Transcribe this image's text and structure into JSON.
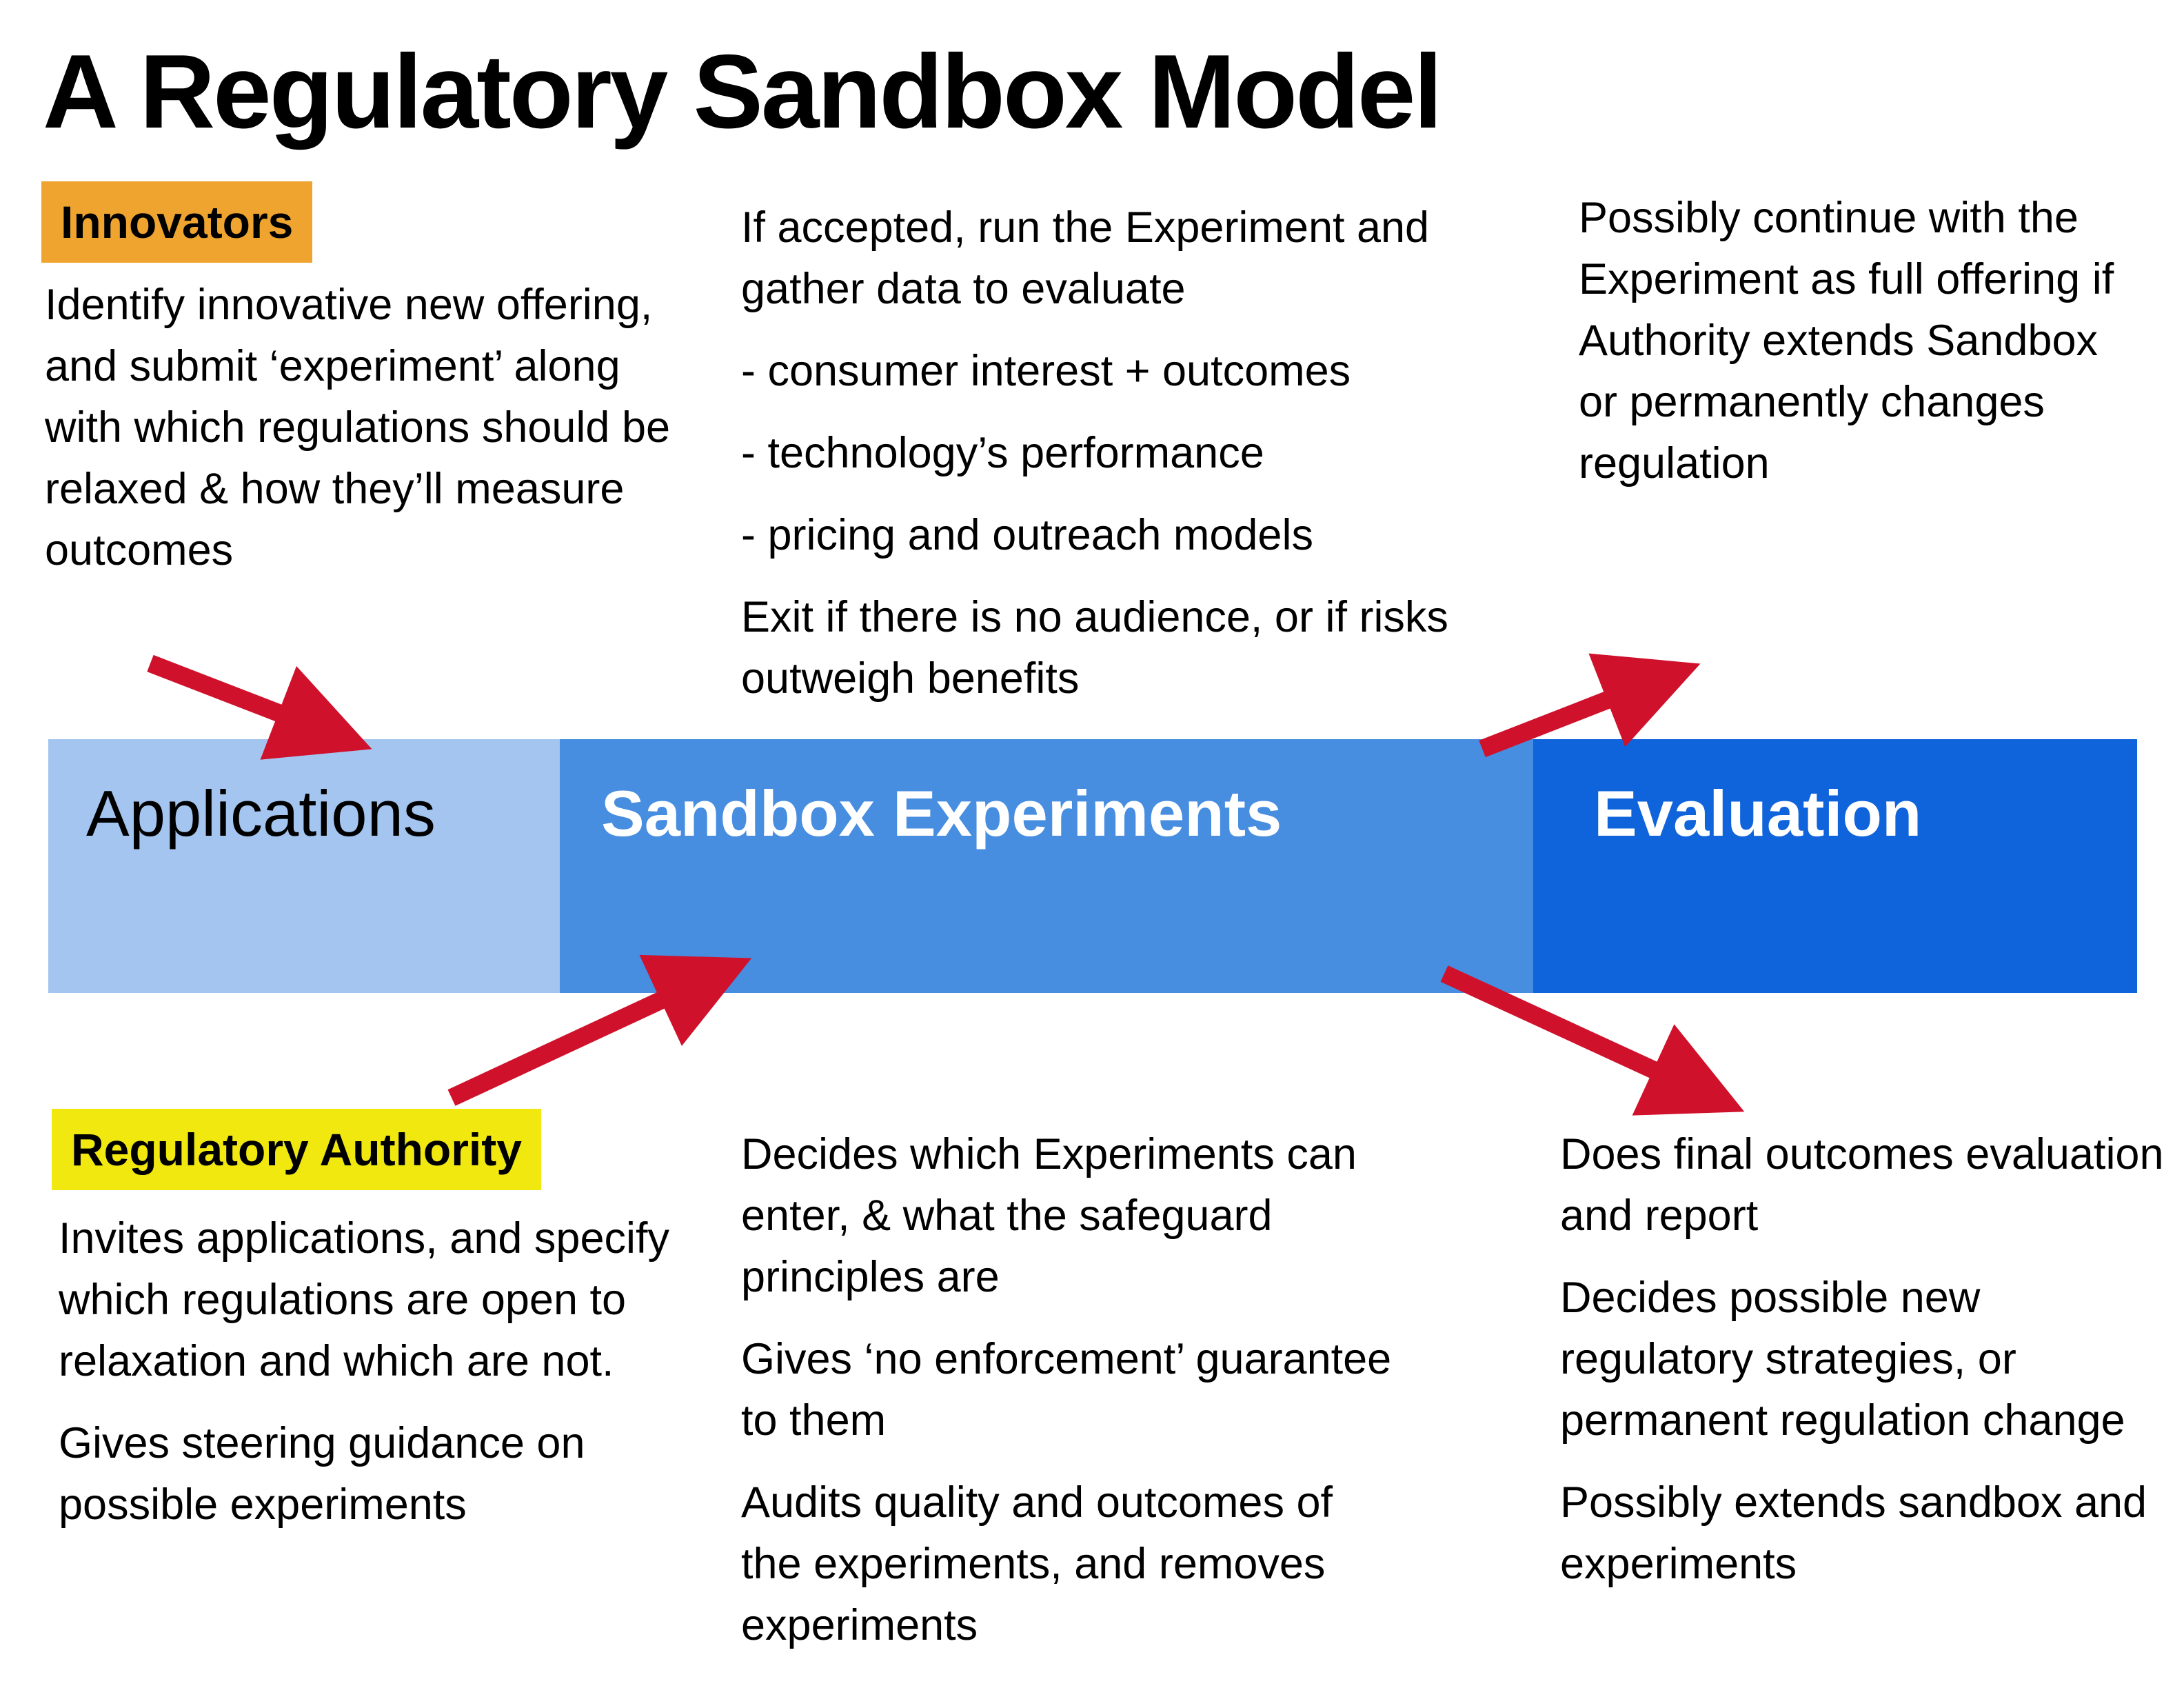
{
  "title": "A Regulatory Sandbox Model",
  "colors": {
    "orange_highlight": "#F0A430",
    "yellow_highlight": "#F0E80F",
    "bar_light_blue": "#A4C5EF",
    "bar_medium_blue": "#478DE0",
    "bar_dark_blue": "#0F63DB",
    "arrow_red": "#D0112B",
    "text_black": "#000000",
    "bar_label_white": "#FFFFFF"
  },
  "bar": {
    "stages": [
      {
        "label": "Applications"
      },
      {
        "label": "Sandbox Experiments"
      },
      {
        "label": "Evaluation"
      }
    ]
  },
  "innovators": {
    "label": "Innovators",
    "applications_notes": [
      "Identify innovative new offering, and submit ‘experiment’ along with which regulations should be relaxed & how they’ll measure outcomes"
    ],
    "sandbox_notes": [
      "If accepted, run the Experiment and gather data to evaluate",
      "- consumer interest + outcomes",
      "- technology’s performance",
      "- pricing and outreach models",
      "Exit if there is no audience, or if risks outweigh benefits"
    ],
    "evaluation_notes": [
      "Possibly continue with the Experiment as full offering if Authority extends Sandbox or permanently changes regulation"
    ]
  },
  "authority": {
    "label": "Regulatory Authority",
    "applications_notes": [
      "Invites applications, and specify which regulations are open to relaxation and which are not.",
      "Gives steering guidance on possible experiments"
    ],
    "sandbox_notes": [
      "Decides which Experiments can enter, & what the safeguard principles are",
      "Gives ‘no enforcement’ guarantee to them",
      "Audits quality and outcomes of the experiments, and removes experiments"
    ],
    "evaluation_notes": [
      "Does final outcomes evaluation and report",
      "Decides possible new regulatory strategies, or permanent regulation change",
      "Possibly extends sandbox and experiments"
    ]
  }
}
